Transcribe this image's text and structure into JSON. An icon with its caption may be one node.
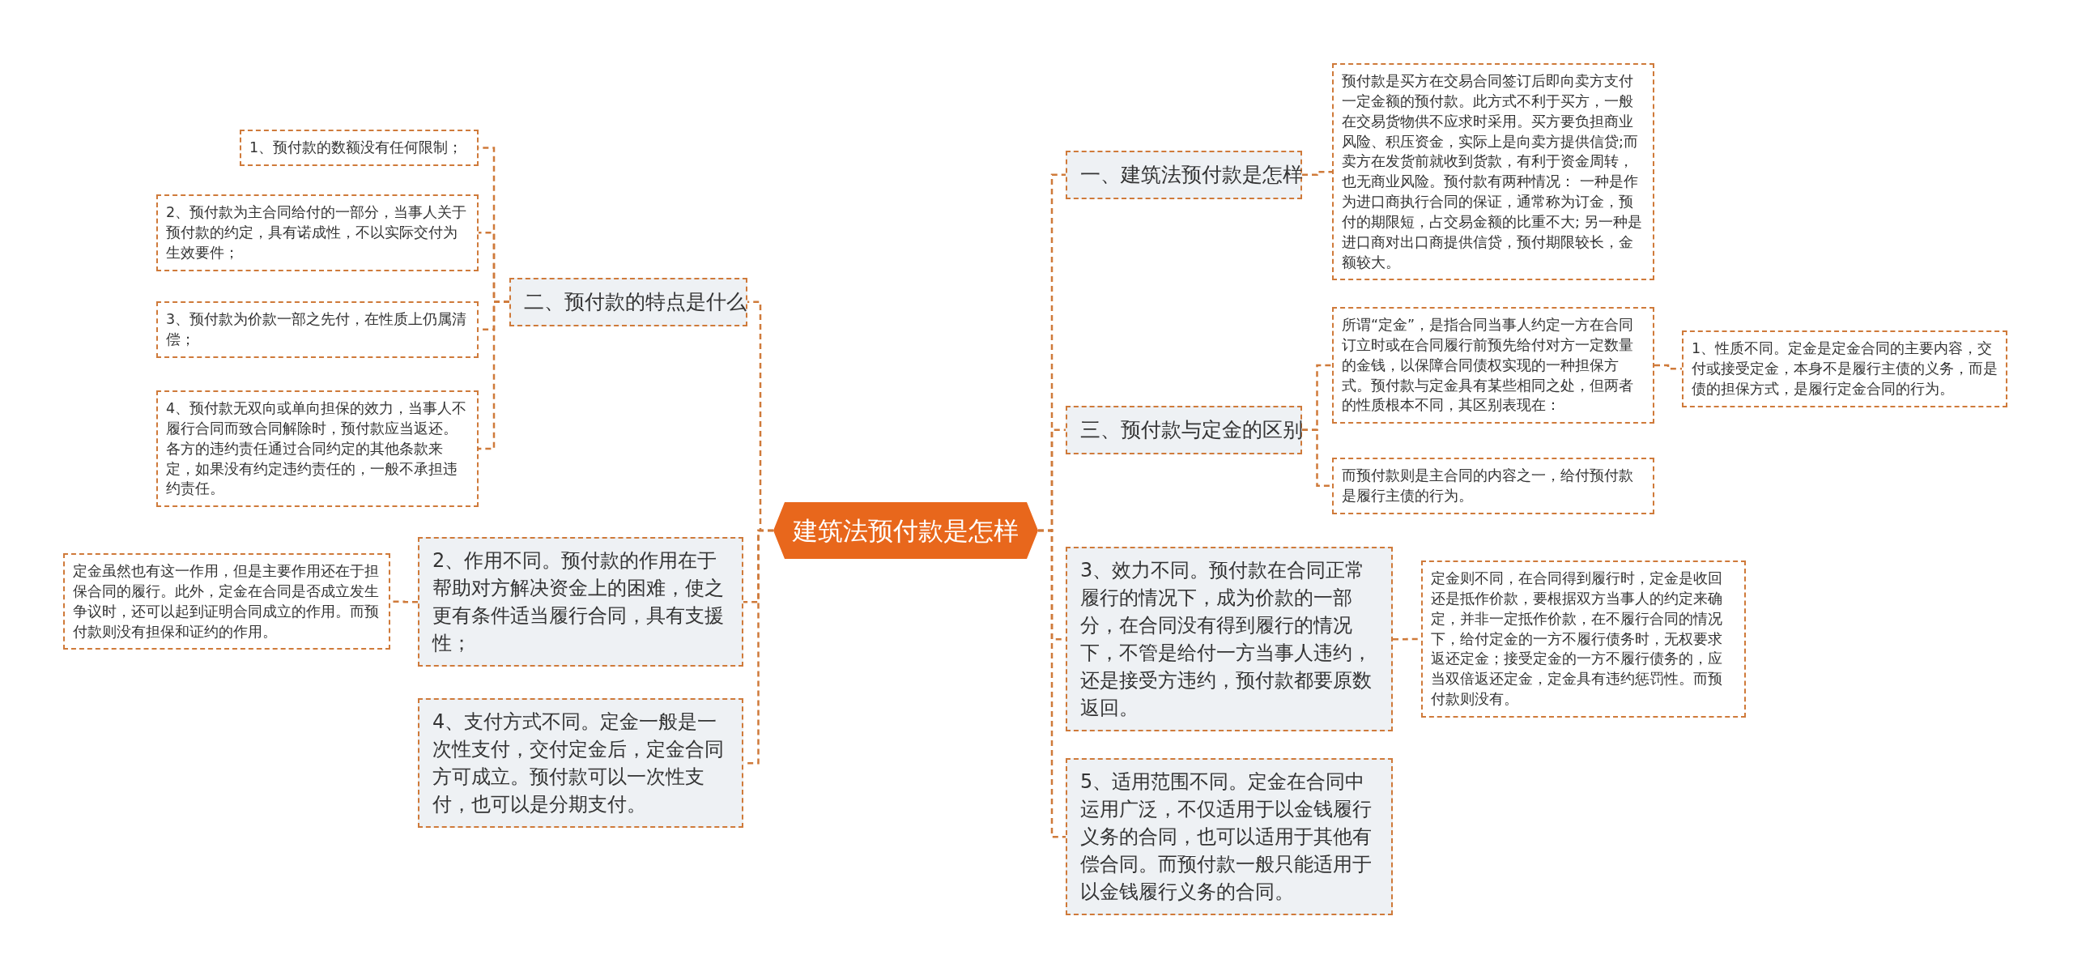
{
  "diagram": {
    "nodes": [
      {
        "text": [
          "建筑法预付款是怎样"
        ]
      },
      {
        "text": [
          "二、预付款的特点是什么"
        ]
      },
      {
        "text": [
          "1、预付款的数额没有任何限制；"
        ]
      },
      {
        "text": [
          "2、预付款为主合同给付的一部分，当事人关于预付款的约定，具有诺成性，不以实际交付为生效要件；"
        ]
      },
      {
        "text": [
          "3、预付款为价款一部之先付，在性质上仍属清偿；"
        ]
      },
      {
        "text": [
          "4、预付款无双向或单向担保的效力，当事人不履行合同而致合同解除时，预付款应当返还。各方的违约责任通过合同约定的其他条款来定，如果没有约定违约责任的，一般不承担违约责任。"
        ]
      },
      {
        "text": [
          "2、作用不同。预付款的作用在于帮助对方解决资金上的困难，使之更有条件适当履行合同，具有支援性；"
        ]
      },
      {
        "text": [
          "定金虽然也有这一作用，但是主要作用还在于担保合同的履行。此外，定金在合同是否成立发生争议时，还可以起到证明合同成立的作用。而预付款则没有担保和证约的作用。"
        ]
      },
      {
        "text": [
          "4、支付方式不同。定金一般是一次性支付，交付定金后，定金合同方可成立。预付款可以一次性支付，也可以是分期支付。"
        ]
      },
      {
        "text": [
          "一、建筑法预付款是怎样"
        ]
      },
      {
        "text": [
          "预付款是买方在交易合同签订后即向卖方支付一定金额的预付款。此方式不利于买方，一般在交易货物供不应求时采用。买方要负担商业风险、积压资金，实际上是向卖方提供信贷;而卖方在发货前就收到货款，有利于资金周转，也无商业风险。预付款有两种情况： 一种是作为进口商执行合同的保证，通常称为订金，预付的期限短，占交易金额的比重不大; 另一种是进口商对出口商提供信贷，预付期限较长，金额较大。"
        ]
      },
      {
        "text": [
          "三、预付款与定金的区别"
        ]
      },
      {
        "text": [
          "所谓“定金”，是指合同当事人约定一方在合同订立时或在合同履行前预先给付对方一定数量的金钱，以保障合同债权实现的一种担保方式。预付款与定金具有某些相同之处，但两者的性质根本不同，其区别表现在："
        ]
      },
      {
        "text": [
          "1、性质不同。定金是定金合同的主要内容，交付或接受定金，本身不是履行主债的义务，而是债的担保方式，是履行定金合同的行为。"
        ]
      },
      {
        "text": [
          "而预付款则是主合同的内容之一，给付预付款是履行主债的行为。"
        ]
      },
      {
        "text": [
          "3、效力不同。预付款在合同正常履行的情况下，成为价款的一部分，在合同没有得到履行的情况下，不管是给付一方当事人违约，还是接受方违约，预付款都要原数返回。"
        ]
      },
      {
        "text": [
          "定金则不同，在合同得到履行时，定金是收回还是抵作价款，要根据双方当事人的约定来确定，并非一定抵作价款，在不履行合同的情况下，给付定金的一方不履行债务时，无权要求返还定金；接受定金的一方不履行债务的，应当双倍返还定金，定金具有违约惩罚性。而预付款则没有。"
        ]
      },
      {
        "text": [
          "5、适用范围不同。定金在合同中运用广泛，不仅适用于以金钱履行义务的合同，也可以适用于其他有偿合同。而预付款一般只能适用于以金钱履行义务的合同。"
        ]
      }
    ],
    "edges": [
      {
        "from": 0,
        "to": 1,
        "arrow": "none"
      },
      {
        "from": 0,
        "to": 6,
        "arrow": "none"
      },
      {
        "from": 0,
        "to": 8,
        "arrow": "none"
      },
      {
        "from": 1,
        "to": 2,
        "arrow": "none"
      },
      {
        "from": 1,
        "to": 3,
        "arrow": "none"
      },
      {
        "from": 1,
        "to": 4,
        "arrow": "none"
      },
      {
        "from": 1,
        "to": 5,
        "arrow": "none"
      },
      {
        "from": 6,
        "to": 7,
        "arrow": "none"
      },
      {
        "from": 0,
        "to": 9,
        "arrow": "none"
      },
      {
        "from": 0,
        "to": 11,
        "arrow": "none"
      },
      {
        "from": 0,
        "to": 15,
        "arrow": "none"
      },
      {
        "from": 0,
        "to": 17,
        "arrow": "none"
      },
      {
        "from": 9,
        "to": 10,
        "arrow": "none"
      },
      {
        "from": 11,
        "to": 12,
        "arrow": "none"
      },
      {
        "from": 11,
        "to": 14,
        "arrow": "none"
      },
      {
        "from": 12,
        "to": 13,
        "arrow": "none"
      },
      {
        "from": 15,
        "to": 16,
        "arrow": "none"
      }
    ]
  }
}
